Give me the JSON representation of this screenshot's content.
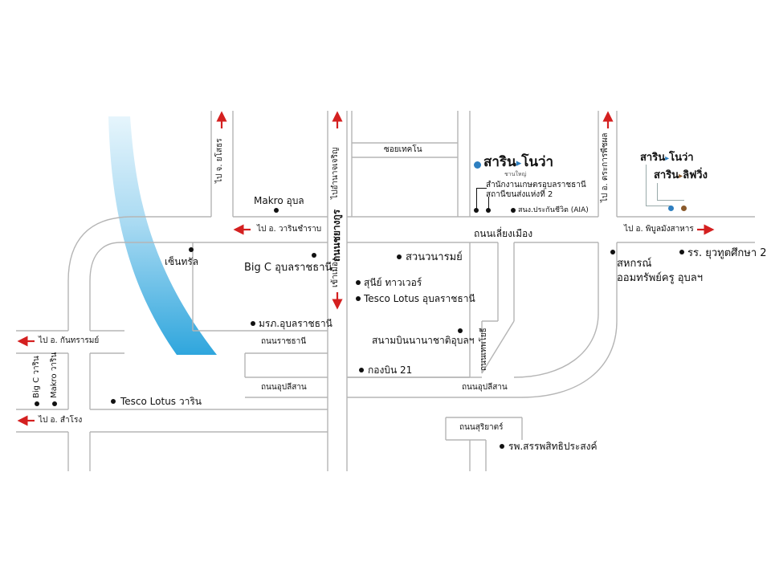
{
  "roads": {
    "soi_techno": "ซอยเทคโน",
    "lieng_mueang": "ถนนเลี่ยงเมือง",
    "chayangkun": "ถนนชยางกูร",
    "ratchathani": "ถนนราชธานี",
    "uppalisan_left": "ถนนอุปลีสาน",
    "uppalisan_right": "ถนนอุปลีสาน",
    "suriyat": "ถนนสุริยาตร์",
    "thepyothi": "ถนนเทพโยธี"
  },
  "directions": {
    "yasothon": "ไป จ. ยโสธร",
    "amnat": "ไปอำนาจเจริญ",
    "trakan": "ไป อ. ตระการพืชผล",
    "warin_left": "ไป อ. วารินชำราบ",
    "phibun": "ไป อ. พิบูลมังสาหาร",
    "kanthararom": "ไป อ. กันทรารมย์",
    "samrong": "ไป อ. สำโรง",
    "city": "เข้าเมือง"
  },
  "places": {
    "makro_ubon": "Makro อุบล",
    "central": "เซ็นทรัล",
    "bigc_ubon": "Big C อุบลราชธานี",
    "mrk_ubon": "มรภ.อุบลราชธานี",
    "suanwanaram": "สวนวนารมย์",
    "sunee_tower": "สุนีย์ ทาวเวอร์",
    "tesco_ubon": "Tesco Lotus อุบลราชธานี",
    "airport": "สนามบินนานาชาติอุบลฯ",
    "kongbin21": "กองบิน 21",
    "tesco_warin": "Tesco Lotus วาริน",
    "bigc_warin": "Big C วาริน",
    "makro_warin": "Makro วาริน",
    "agri_office": "สำนักงานเกษตรอุบลราชธานี",
    "transport": "สถานีขนส่งแห่งที่ 2",
    "aia": "สนง.ประกันชีวิต (AIA)",
    "school": "รร. ยุวทูตศึกษา 2",
    "coop_line1": "สหกรณ์",
    "coop_line2": "ออมทรัพย์ครู อุบลฯ",
    "hospital": "รพ.สรรพสิทธิประสงค์"
  },
  "brands": {
    "sarin_nova_main": "สาริน",
    "sarin_nova_suffix": "โนว่า",
    "sarin_nova_sub": "ชานใหญ่",
    "nova2_main": "สาริน",
    "nova2_suffix": "โนว่า",
    "living_main": "สาริน",
    "living_suffix": "ลิฟวิ่ง"
  },
  "colors": {
    "road": "#b5b5b5",
    "arrow": "#d42020",
    "river_light": "#dff2fb",
    "river_dark": "#3aaee0",
    "brand_blue": "#2e7fc0",
    "dot_brown": "#8a5a2b"
  }
}
